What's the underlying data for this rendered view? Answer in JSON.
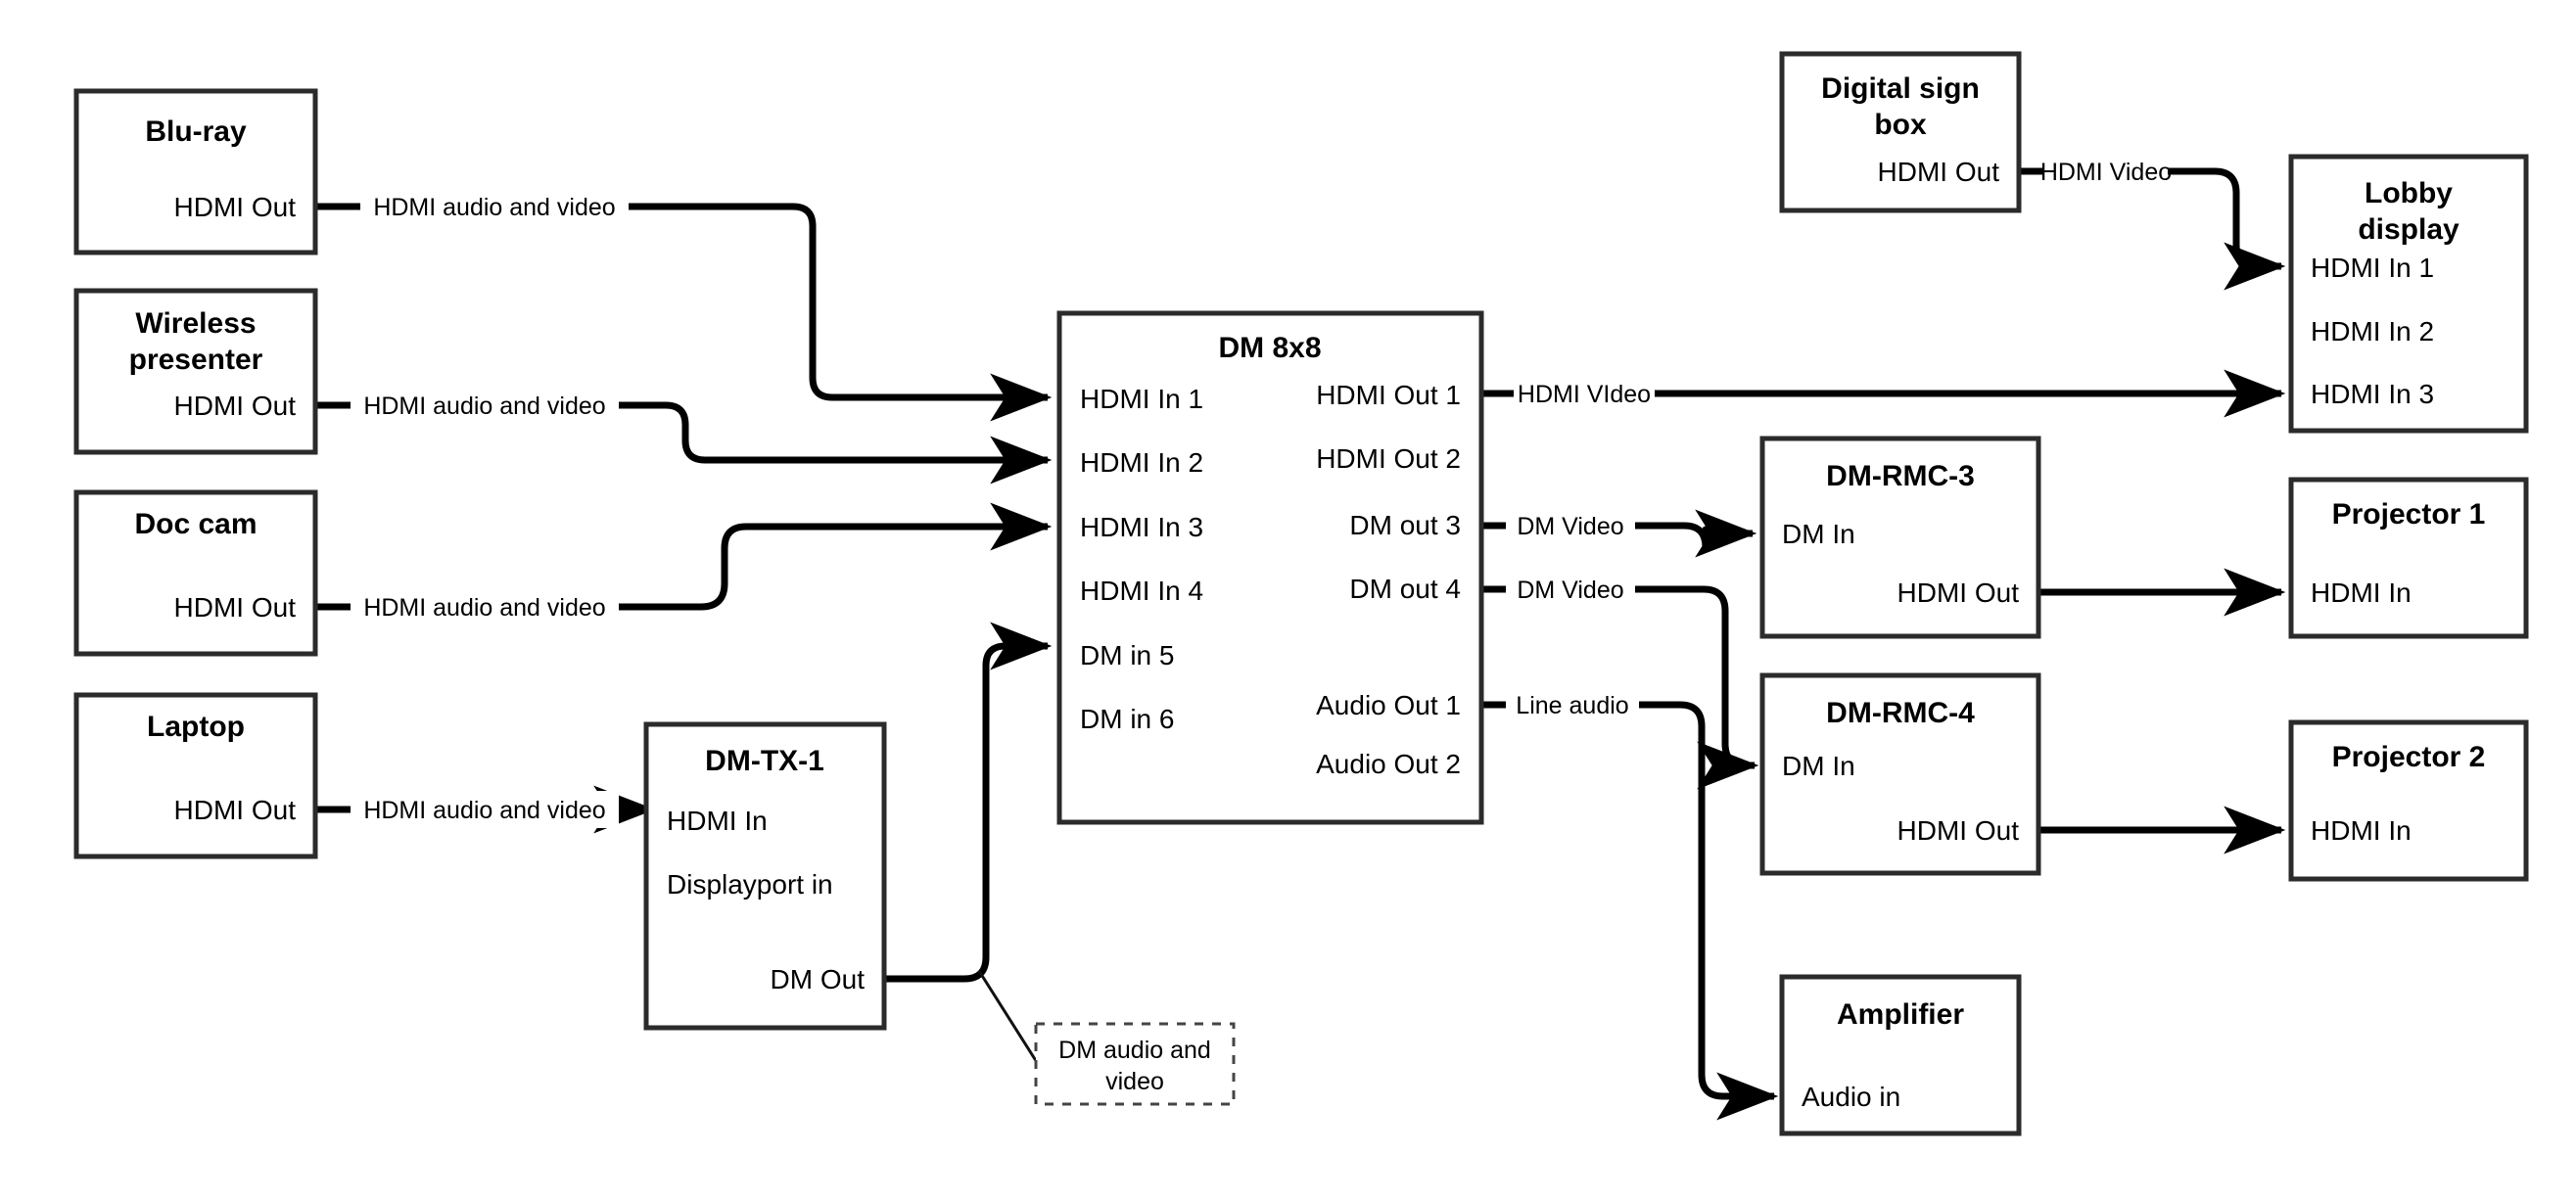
{
  "diagram": {
    "title": "AV signal flow diagram",
    "colors": {
      "box_stroke": "#2b2b2b",
      "wire": "#000000",
      "callout_stroke": "#444444",
      "background": "#ffffff"
    }
  },
  "nodes": {
    "bluray": {
      "title": "Blu-ray",
      "ports": [
        "HDMI Out"
      ]
    },
    "wireless": {
      "title_line1": "Wireless",
      "title_line2": "presenter",
      "ports": [
        "HDMI Out"
      ]
    },
    "doccam": {
      "title": "Doc cam",
      "ports": [
        "HDMI Out"
      ]
    },
    "laptop": {
      "title": "Laptop",
      "ports": [
        "HDMI Out"
      ]
    },
    "dmtx1": {
      "title": "DM-TX-1",
      "ports": [
        "HDMI In",
        "Displayport in",
        "DM Out"
      ]
    },
    "dm8x8": {
      "title": "DM 8x8",
      "inputs": [
        "HDMI In 1",
        "HDMI In 2",
        "HDMI In 3",
        "HDMI In 4",
        "DM in 5",
        "DM in 6"
      ],
      "outputs": [
        "HDMI Out 1",
        "HDMI Out 2",
        "DM out 3",
        "DM out 4",
        "Audio Out 1",
        "Audio Out 2"
      ]
    },
    "digitalsign": {
      "title_line1": "Digital sign",
      "title_line2": "box",
      "ports": [
        "HDMI Out"
      ]
    },
    "lobby": {
      "title_line1": "Lobby",
      "title_line2": "display",
      "ports": [
        "HDMI In 1",
        "HDMI In 2",
        "HDMI In 3"
      ]
    },
    "dmrmc3": {
      "title": "DM-RMC-3",
      "ports": [
        "DM In",
        "HDMI Out"
      ]
    },
    "dmrmc4": {
      "title": "DM-RMC-4",
      "ports": [
        "DM In",
        "HDMI Out"
      ]
    },
    "projector1": {
      "title": "Projector 1",
      "ports": [
        "HDMI In"
      ]
    },
    "projector2": {
      "title": "Projector 2",
      "ports": [
        "HDMI In"
      ]
    },
    "amplifier": {
      "title": "Amplifier",
      "ports": [
        "Audio in"
      ]
    }
  },
  "edge_labels": {
    "bluray_to_in1": "HDMI audio and video",
    "wireless_to_in2": "HDMI audio and video",
    "doccam_to_in3": "HDMI audio and video",
    "laptop_to_dmtx1": "HDMI audio and video",
    "dmtx1_to_in5": "DM audio and video",
    "hdmiout1_to_lobby3": "HDMI VIdeo",
    "dmout3_to_rmc3": "DM Video",
    "dmout4_to_rmc4": "DM Video",
    "audioout1_to_amp": "Line audio",
    "sign_to_lobby1": "HDMI Video"
  },
  "connections": [
    {
      "from": "Blu-ray HDMI Out",
      "to": "DM 8x8 HDMI In 1",
      "label": "HDMI audio and video"
    },
    {
      "from": "Wireless presenter HDMI Out",
      "to": "DM 8x8 HDMI In 2",
      "label": "HDMI audio and video"
    },
    {
      "from": "Doc cam HDMI Out",
      "to": "DM 8x8 HDMI In 3",
      "label": "HDMI audio and video"
    },
    {
      "from": "Laptop HDMI Out",
      "to": "DM-TX-1 HDMI In",
      "label": "HDMI audio and video"
    },
    {
      "from": "DM-TX-1 DM Out",
      "to": "DM 8x8 DM in 5",
      "label": "DM audio and video"
    },
    {
      "from": "DM 8x8 HDMI Out 1",
      "to": "Lobby display HDMI In 3",
      "label": "HDMI VIdeo"
    },
    {
      "from": "DM 8x8 DM out 3",
      "to": "DM-RMC-3 DM In",
      "label": "DM Video"
    },
    {
      "from": "DM 8x8 DM out 4",
      "to": "DM-RMC-4 DM In",
      "label": "DM Video"
    },
    {
      "from": "DM 8x8 Audio Out 1",
      "to": "Amplifier Audio in",
      "label": "Line audio"
    },
    {
      "from": "DM-RMC-3 HDMI Out",
      "to": "Projector 1 HDMI In",
      "label": ""
    },
    {
      "from": "DM-RMC-4 HDMI Out",
      "to": "Projector 2 HDMI In",
      "label": ""
    },
    {
      "from": "Digital sign box HDMI Out",
      "to": "Lobby display HDMI In 1",
      "label": "HDMI Video"
    }
  ]
}
